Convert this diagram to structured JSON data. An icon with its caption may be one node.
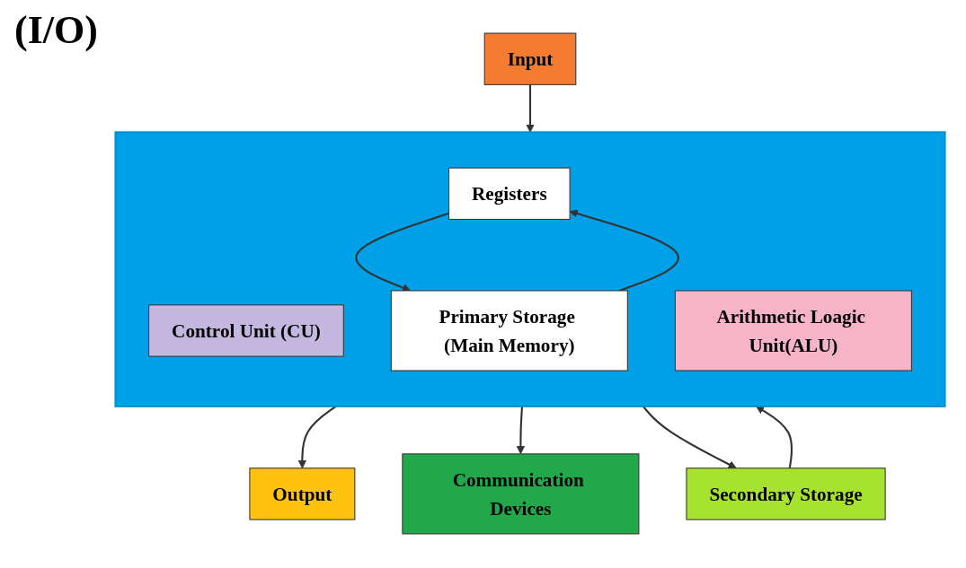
{
  "diagram": {
    "title": "(I/O)",
    "nodes": [
      {
        "text": [],
        "shape": "box"
      },
      {
        "text": [
          "Control Unit (CU)"
        ],
        "in": 0
      },
      {
        "text": [
          "Arithmetic Loagic Unit(ALU)"
        ],
        "in": 0
      },
      {
        "text": [
          "Registers"
        ],
        "in": 0
      },
      {
        "text": [
          "Primary Storage (Main Memory)"
        ],
        "in": 0
      },
      {
        "text": [
          "Input"
        ]
      },
      {
        "text": [
          "Output"
        ]
      },
      {
        "text": [
          "Communication Devices"
        ]
      },
      {
        "text": [
          "Secondary Storage"
        ]
      }
    ],
    "edges": [
      {
        "from": 5,
        "to": 0,
        "arrow": "to"
      },
      {
        "from": 0,
        "to": 6,
        "arrow": "to"
      },
      {
        "from": 3,
        "to": 4,
        "arrow": "to"
      },
      {
        "from": 4,
        "to": 3,
        "arrow": "to"
      },
      {
        "from": 0,
        "to": 7,
        "arrow": "to"
      },
      {
        "from": 0,
        "to": 8,
        "arrow": "to"
      },
      {
        "from": 8,
        "to": 0,
        "arrow": "to"
      }
    ]
  }
}
